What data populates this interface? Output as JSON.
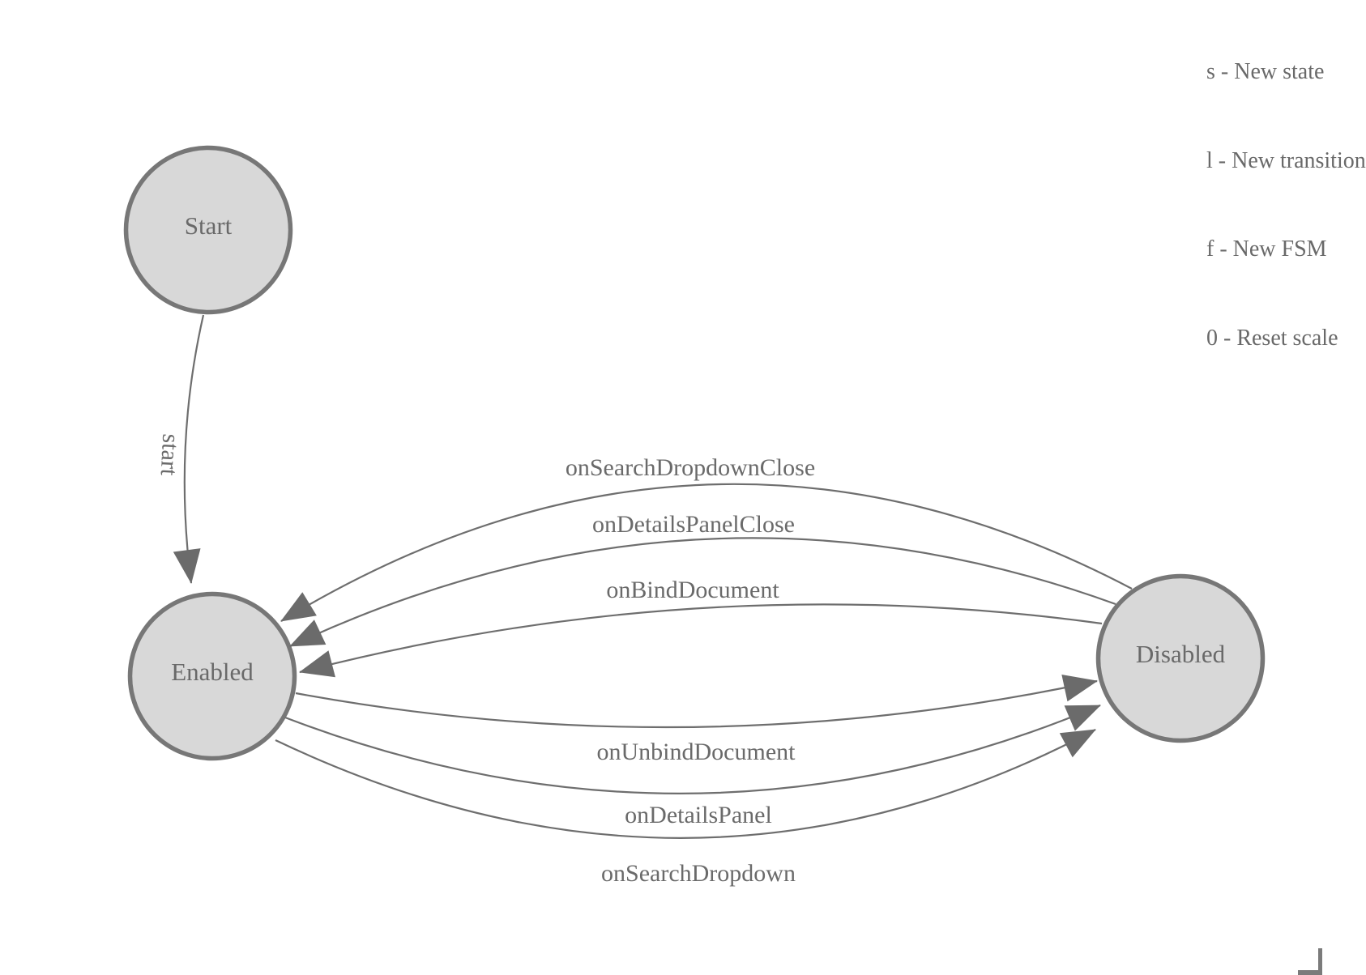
{
  "legend": {
    "lines": [
      "s - New state",
      "l - New transition",
      "f - New FSM",
      "0 - Reset scale"
    ]
  },
  "diagram": {
    "type": "state-machine",
    "states": [
      {
        "id": "start",
        "label": "Start"
      },
      {
        "id": "enabled",
        "label": "Enabled"
      },
      {
        "id": "disabled",
        "label": "Disabled"
      }
    ],
    "transitions": [
      {
        "from": "Start",
        "to": "Enabled",
        "label": "start"
      },
      {
        "from": "Disabled",
        "to": "Enabled",
        "label": "onSearchDropdownClose"
      },
      {
        "from": "Disabled",
        "to": "Enabled",
        "label": "onDetailsPanelClose"
      },
      {
        "from": "Disabled",
        "to": "Enabled",
        "label": "onBindDocument"
      },
      {
        "from": "Enabled",
        "to": "Disabled",
        "label": "onUnbindDocument"
      },
      {
        "from": "Enabled",
        "to": "Disabled",
        "label": "onDetailsPanel"
      },
      {
        "from": "Enabled",
        "to": "Disabled",
        "label": "onSearchDropdown"
      }
    ],
    "colors": {
      "node_fill": "#d8d8d8",
      "node_stroke": "#777777",
      "edge_stroke": "#6e6e6e",
      "arrow_fill": "#6b6b6b",
      "text": "#696969",
      "scroll_thumb": "#7b7b7b"
    }
  }
}
